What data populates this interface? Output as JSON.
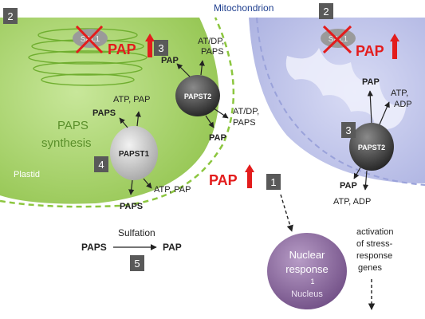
{
  "compartments": {
    "mitochondrion_label": "Mitochondrion",
    "plastid_label": "Plastid",
    "nucleus_label": "Nucleus"
  },
  "plastid": {
    "process_line1": "PAPS",
    "process_line2": "synthesis",
    "sal1_label": "SAL1",
    "pap_label": "PAP",
    "papst1": {
      "label": "PAPST1",
      "paps_top": "PAPS",
      "atp_pap_top": "ATP, PAP",
      "atp_pap_bottom": "ATP, PAP",
      "paps_bottom": "PAPS"
    },
    "papst2": {
      "label": "PAPST2",
      "atdp_line1": "AT/DP,",
      "atdp_line2": "PAPS",
      "pap_top": "PAP",
      "atdp2_line1": "AT/DP,",
      "atdp2_line2": "PAPS",
      "pap_bottom": "PAP"
    }
  },
  "mitochondrion": {
    "sal1_label": "SAL1",
    "pap_label": "PAP",
    "papst2": {
      "label": "PAPST2",
      "pap_top": "PAP",
      "atp_line1": "ATP,",
      "atp_line2": "ADP",
      "pap_bottom": "PAP",
      "atp_adp": "ATP, ADP"
    }
  },
  "cytosol": {
    "pap_label": "PAP"
  },
  "nucleus": {
    "line1": "Nuclear",
    "line2": "response",
    "line3": "1"
  },
  "stress_note": {
    "line1": "activation",
    "line2": "of stress-",
    "line3": "response",
    "line4": "genes"
  },
  "sulfation": {
    "label": "Sulfation",
    "substrate": "PAPS",
    "product": "PAP"
  },
  "badges": {
    "plastid_corner": "2",
    "mito_corner": "2",
    "papst2_plastid": "3",
    "papst2_mito": "3",
    "papst1": "4",
    "cytosol_pap": "1",
    "sulfation": "5"
  },
  "colors": {
    "plastid_fill": "#a9d56a",
    "plastid_dash": "#8cc63f",
    "mito_fill": "#c5c9ec",
    "pap_red": "#e31c1c",
    "badge_fill": "#595959",
    "nucleus_fill": "#8e6aa0",
    "title_blue": "#1f3f8f"
  }
}
